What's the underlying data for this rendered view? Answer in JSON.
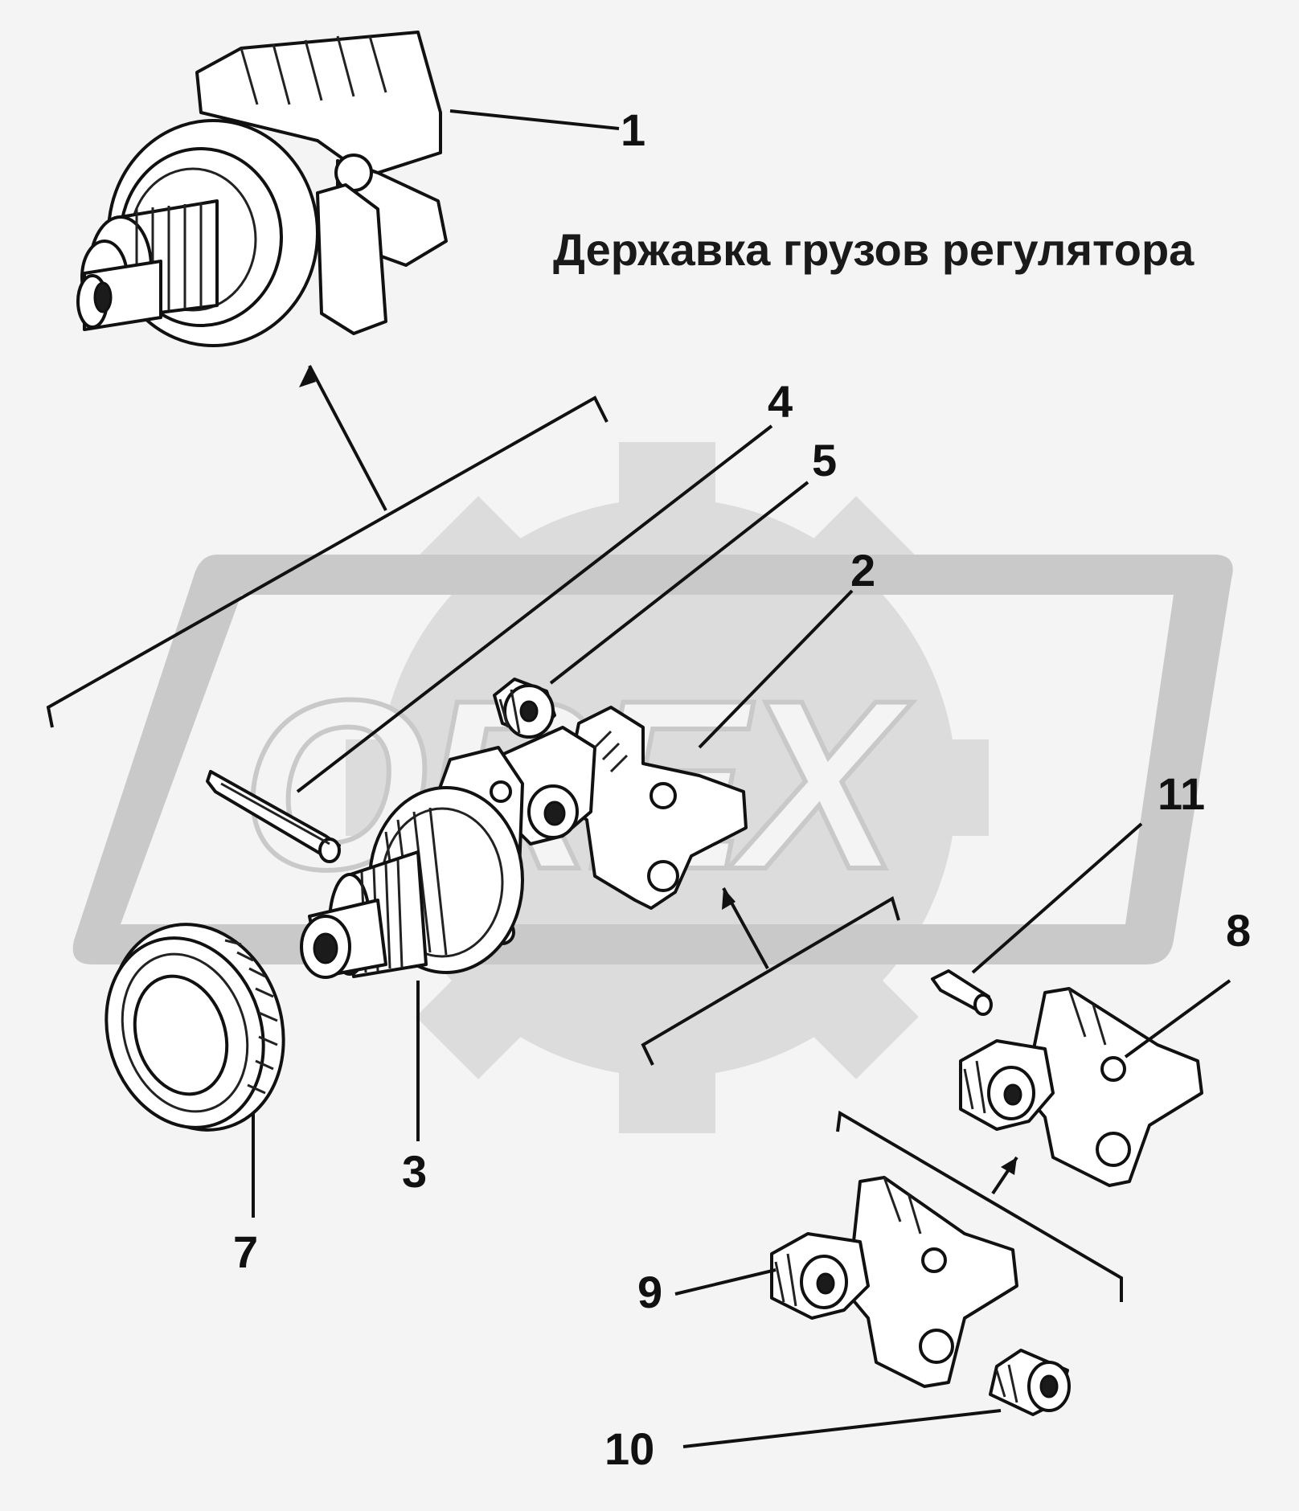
{
  "title": "Державка грузов регулятора",
  "watermark": {
    "text": "OREX",
    "color": "#c9c9c9"
  },
  "callouts": [
    {
      "id": "1",
      "label": "1"
    },
    {
      "id": "2",
      "label": "2"
    },
    {
      "id": "3",
      "label": "3"
    },
    {
      "id": "4",
      "label": "4"
    },
    {
      "id": "5",
      "label": "5"
    },
    {
      "id": "7",
      "label": "7"
    },
    {
      "id": "8",
      "label": "8"
    },
    {
      "id": "9",
      "label": "9"
    },
    {
      "id": "10",
      "label": "10"
    },
    {
      "id": "11",
      "label": "11"
    }
  ],
  "colors": {
    "ink": "#111111",
    "background": "#f4f4f4"
  }
}
